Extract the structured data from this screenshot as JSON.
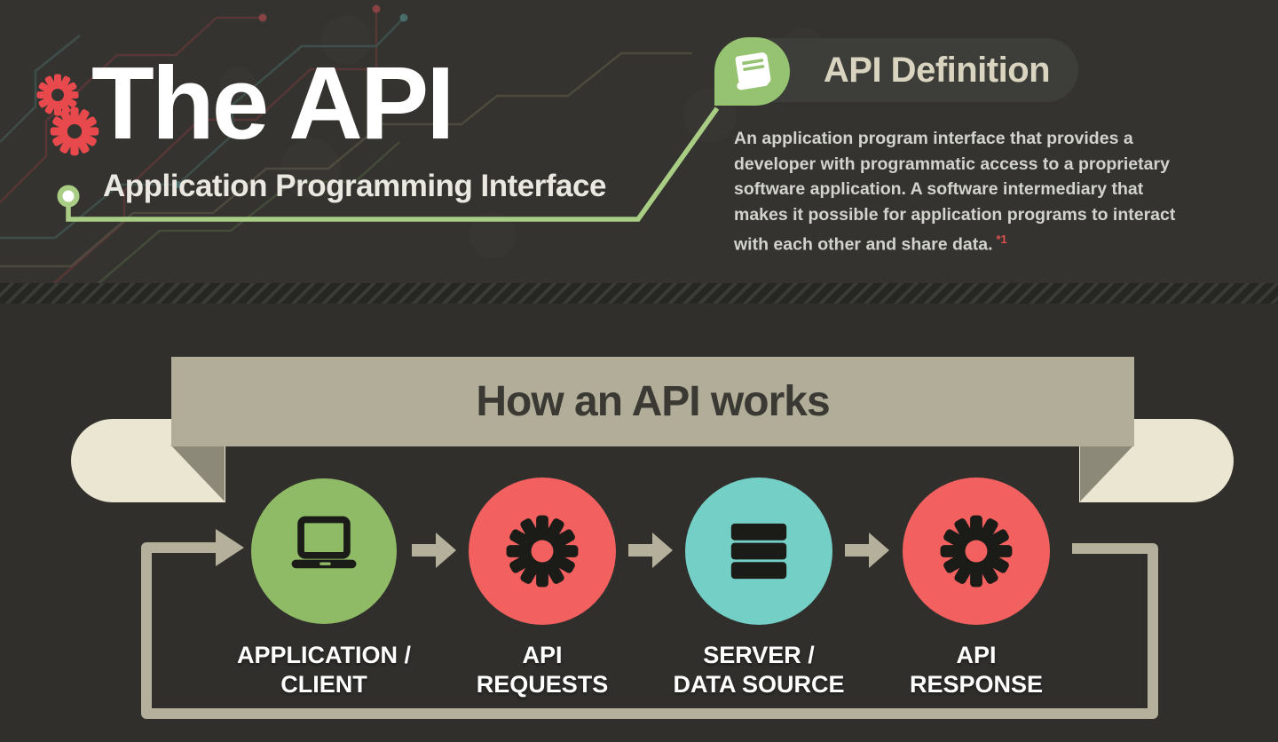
{
  "header": {
    "title": "The API",
    "subtitle": "Application Programming Interface"
  },
  "definition": {
    "heading": "API Definition",
    "lines": [
      "An application program interface that provides a",
      "developer with programmatic access to a proprietary",
      "software application. A software intermediary that",
      "makes it possible for application programs to interact",
      "with each other and share data."
    ],
    "footnote": "*1"
  },
  "how_it_works": {
    "banner_title": "How an API works",
    "steps": [
      {
        "id": "application-client",
        "label_line1": "APPLICATION /",
        "label_line2": "CLIENT",
        "icon": "laptop-icon",
        "color": "#8fbb66"
      },
      {
        "id": "api-requests",
        "label_line1": "API",
        "label_line2": "REQUESTS",
        "icon": "gear-icon",
        "color": "#f2615f"
      },
      {
        "id": "server-data-source",
        "label_line1": "SERVER /",
        "label_line2": "DATA SOURCE",
        "icon": "server-icon",
        "color": "#74cfc7"
      },
      {
        "id": "api-response",
        "label_line1": "API",
        "label_line2": "RESPONSE",
        "icon": "gear-icon",
        "color": "#f2615f"
      }
    ]
  },
  "colors": {
    "bg-top": "#34332f",
    "bg-bottom": "#302f2c",
    "stripe-base": "#262623",
    "stripe-line": "#3a3a36",
    "red-gear": "#e8494d",
    "red-circle": "#f2615f",
    "green-circle": "#8fbb66",
    "teal-circle": "#74cfc7",
    "green-accent": "#a9cd84",
    "green-bubble": "#95c371",
    "tan": "#b5b09b",
    "banner": "#b2ad99",
    "cream": "#ebe6d1",
    "fold": "#8d8979",
    "pill-bg": "#3d3d39",
    "pill-text": "#d9d4bf",
    "body-text": "#d3d3ce",
    "banner-text": "#3a3933",
    "icon-dark": "#1b1b17",
    "footnote-red": "#e04e4e"
  }
}
